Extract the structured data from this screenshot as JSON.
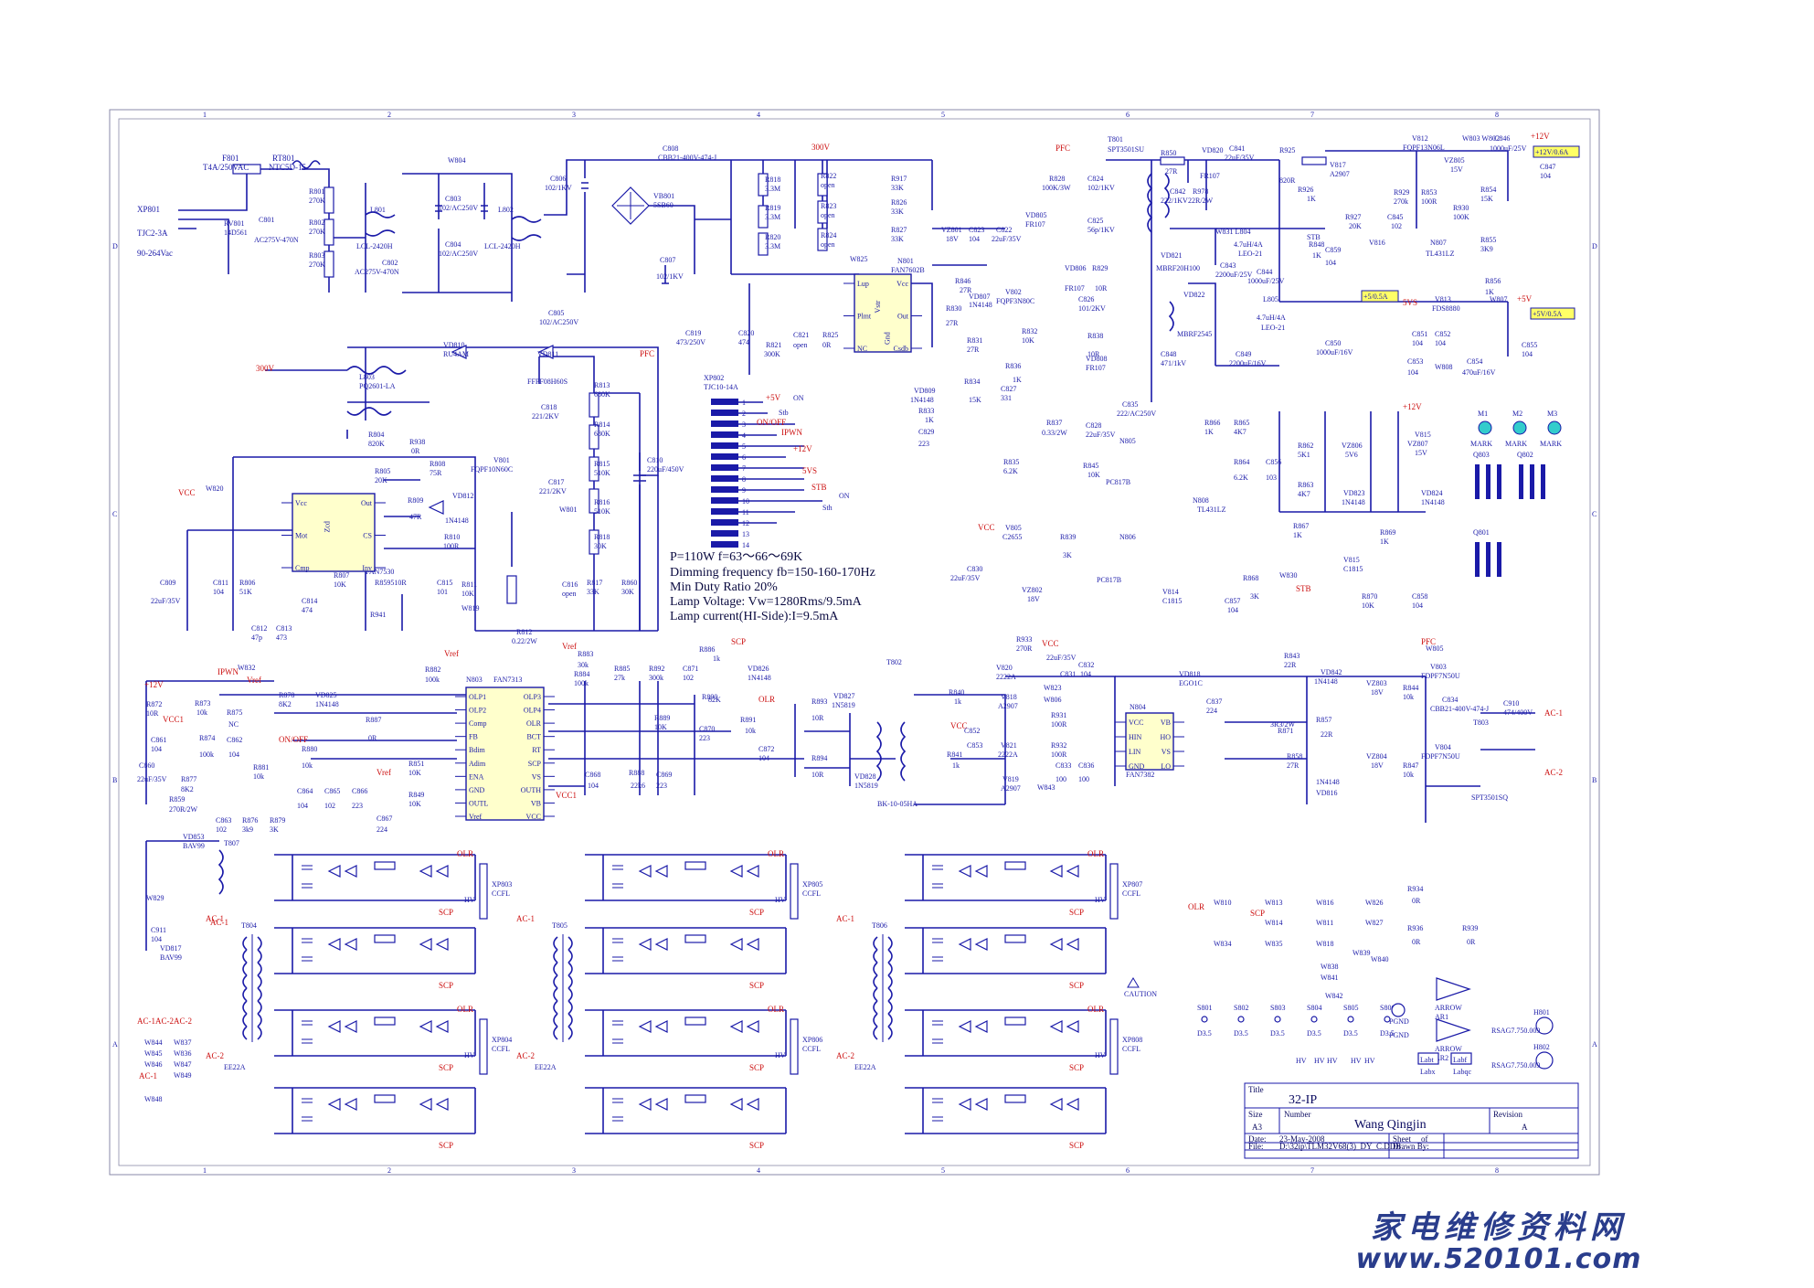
{
  "frame": {
    "col_labels": [
      "1",
      "2",
      "3",
      "4",
      "5",
      "6",
      "7",
      "8"
    ],
    "row_labels": [
      "D",
      "C",
      "B",
      "A"
    ]
  },
  "title_block": {
    "title_label": "Title",
    "title": "32-IP",
    "size_label": "Size",
    "size": "A3",
    "number_label": "Number",
    "author": "Wang Qingjin",
    "revision_label": "Revision",
    "revision": "A",
    "date_label": "Date:",
    "date": "23-May-2008",
    "sheet_label": "Sheet",
    "sheet_of": "of",
    "file_label": "File:",
    "file": "D:\\32ip\\TLM32V68(3)_DY_C.DDB",
    "drawn_label": "Drawn By:"
  },
  "notes": [
    "P=110W        f=63～66～69K",
    "Dimming frequency fb=150-160-170Hz",
    "Min Duty Ratio 20%",
    "Lamp Voltage:  Vw=1280Rms/9.5mA",
    "Lamp current(HI-Side):I=9.5mA"
  ],
  "ics": [
    {
      "ref": "N801",
      "part": "FAN7602B",
      "pins_l": [
        "Lup",
        "Plmt",
        "NC"
      ],
      "pins_r": [
        "Vcc",
        "Out",
        "Csdb"
      ],
      "mid_l": "Vstr",
      "mid_r": "Gnd"
    },
    {
      "ref": "N802",
      "part": "FAN7530",
      "pins_l": [
        "Vcc",
        "Mot",
        "Cmp"
      ],
      "pins_r": [
        "Out",
        "CS",
        "Inv"
      ],
      "mid_l": "Zcd",
      "mid_r": ""
    },
    {
      "ref": "N803",
      "part": "FAN7313",
      "pins_l": [
        "OLP1",
        "OLP2",
        "Comp",
        "FB",
        "Bdim",
        "Adim",
        "ENA",
        "GND",
        "OUTL",
        "Vref"
      ],
      "pins_r": [
        "OLP3",
        "OLP4",
        "OLR",
        "BCT",
        "RT",
        "SCP",
        "VS",
        "OUTH",
        "VB",
        "VCC"
      ]
    },
    {
      "ref": "N804",
      "part": "FAN7382",
      "pins_l": [
        "VCC",
        "HIN",
        "LIN",
        "GND"
      ],
      "pins_r": [
        "VB",
        "HO",
        "VS",
        "LO"
      ]
    }
  ],
  "power_labels": {
    "ac_in": "XP801",
    "ac_range": "90-264Vac",
    "fuse": "F801",
    "fuse_val": "T4A/250VAC",
    "thermistor": "RT801",
    "thermistor_val": "NTC5D-15",
    "v300": "300V",
    "pfc": "PFC",
    "vcc": "VCC",
    "v12": "+12V",
    "v12out": "+12V/0.6A",
    "v5out": "+5V/0.5A",
    "v5sb": "+5/0.5A",
    "vref": "Vref",
    "stb": "STB",
    "ipwn": "IPWN",
    "onoff": "ON/OFF",
    "olr": "OLR",
    "scp": "SCP",
    "hv": "HV",
    "ac1": "AC-1",
    "ac2": "AC-2"
  },
  "connector_xp802": {
    "ref": "XP802",
    "part": "TJC10-14A",
    "pins": [
      "1",
      "2",
      "3",
      "4",
      "5",
      "6",
      "7",
      "8",
      "9",
      "10",
      "11",
      "12",
      "13",
      "14"
    ],
    "signals": [
      "+5V",
      "ON/OFF",
      "IPWN",
      "+12V",
      "5VS",
      "STB",
      "Sth",
      "ON"
    ]
  },
  "transformers": [
    "T801",
    "T802",
    "T803",
    "T804",
    "T805",
    "T806",
    "T807"
  ],
  "transformer_parts": {
    "T801": "SPT3501SU",
    "T802": "BK-10-05HA",
    "T803": "SPT3501SQ",
    "T804": "EE22A",
    "T805": "EE22A",
    "T806": "EE22A"
  },
  "cfl_outputs": [
    "XP803",
    "XP804",
    "XP805",
    "XP806",
    "XP807",
    "XP808"
  ],
  "cfl_label": "CCFL",
  "marks": [
    "M1",
    "M2",
    "M3"
  ],
  "mark_label": "MARK",
  "mosfets": [
    "Q803",
    "Q802",
    "Q801"
  ],
  "testpoints": [
    "S801",
    "S802",
    "S803",
    "S804",
    "S805",
    "S806"
  ],
  "testpoint_label": "D3.5",
  "pgnd": "PGND",
  "heatsinks": [
    {
      "ref": "H801",
      "part": "RSAG7.750.009"
    },
    {
      "ref": "H802",
      "part": "RSAG7.750.009"
    }
  ],
  "arrows": [
    {
      "ref": "AR1",
      "label": "ARROW"
    },
    {
      "ref": "AR2",
      "label": "ARROW"
    }
  ],
  "caution": "CAUTION",
  "labels_box": [
    "Labt",
    "Labx",
    "Labf",
    "Labqc"
  ],
  "watermark": {
    "cn": "家电维修资料网",
    "url": "www.520101.com"
  }
}
